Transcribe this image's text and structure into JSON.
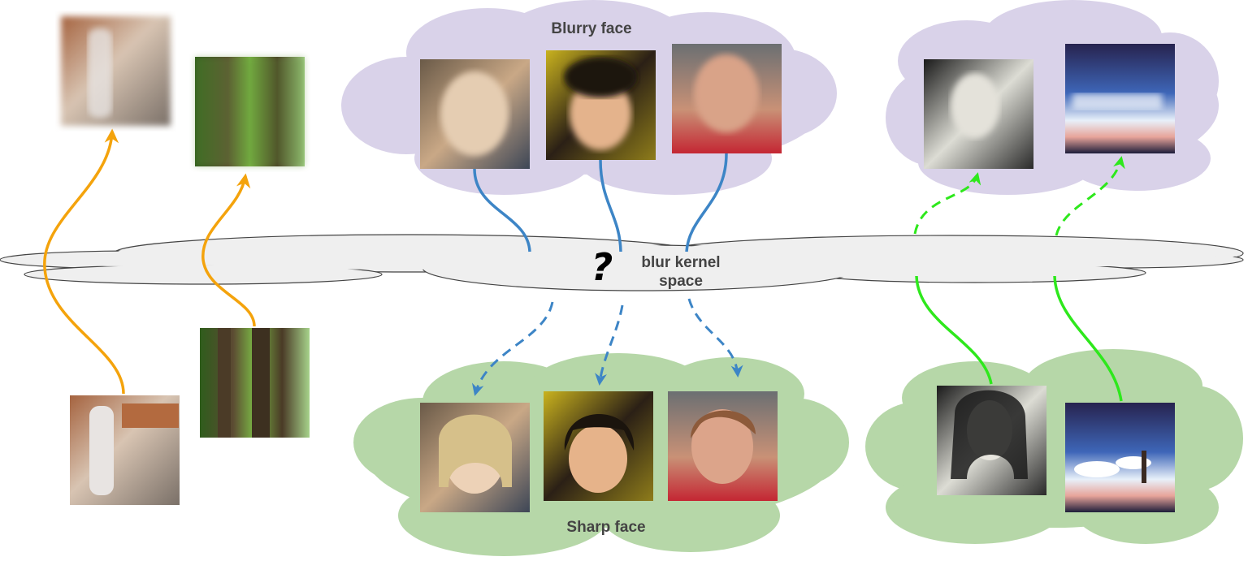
{
  "labels": {
    "blurry_face": "Blurry face",
    "kernel_space_line1": "blur kernel",
    "kernel_space_line2": "space",
    "question_mark": "?",
    "sharp_face": "Sharp face"
  },
  "colors": {
    "blurry_cloud": "#d9d2e9",
    "sharp_cloud": "#b6d7a8",
    "kernel_cloud": "#efefef",
    "kernel_cloud_stroke": "#444444",
    "arrow_orange": "#f4a30c",
    "arrow_blue": "#3d85c6",
    "arrow_green": "#2ee81c"
  },
  "images": {
    "street_blurred": "photo: woman walking by patterned wall, motion blurred",
    "forest_blurred": "photo: forest trees, motion blurred",
    "street_sharp": "photo: woman walking by patterned wall, sharp",
    "forest_sharp": "photo: forest trees, sharp",
    "face_blurry_1": "blurry face: blonde woman",
    "face_blurry_2": "blurry face: girl with flowers",
    "face_blurry_3": "blurry face: woman in red jacket",
    "face_sharp_1": "sharp face: blonde woman",
    "face_sharp_2": "sharp face: girl with flowers",
    "face_sharp_3": "sharp face: woman in red jacket",
    "bw_portrait_blurred": "black-and-white portrait, blurred",
    "anime_sky_blurred": "anime sky scene, blurred",
    "bw_portrait_sharp": "black-and-white portrait, sharp",
    "anime_sky_sharp": "anime sky scene, sharp"
  }
}
